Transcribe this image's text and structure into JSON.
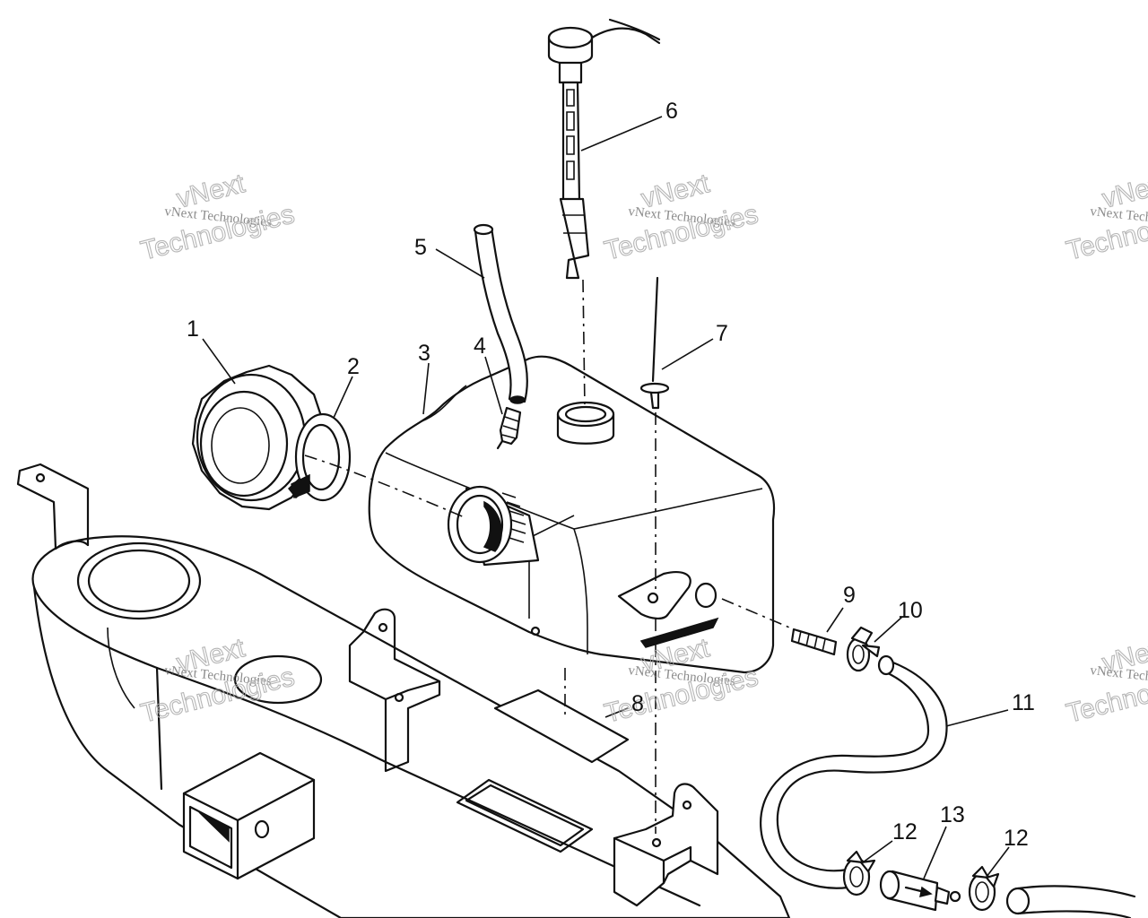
{
  "callouts": [
    {
      "id": "1",
      "label": "1"
    },
    {
      "id": "2",
      "label": "2"
    },
    {
      "id": "3",
      "label": "3"
    },
    {
      "id": "4",
      "label": "4"
    },
    {
      "id": "5",
      "label": "5"
    },
    {
      "id": "6",
      "label": "6"
    },
    {
      "id": "7",
      "label": "7"
    },
    {
      "id": "8",
      "label": "8"
    },
    {
      "id": "9",
      "label": "9"
    },
    {
      "id": "10",
      "label": "10"
    },
    {
      "id": "11",
      "label": "11"
    },
    {
      "id": "12a",
      "label": "12"
    },
    {
      "id": "13",
      "label": "13"
    },
    {
      "id": "12b",
      "label": "12"
    }
  ],
  "watermark": {
    "brand": "vNext",
    "company": "vNext Technologies",
    "word": "Technologies"
  }
}
